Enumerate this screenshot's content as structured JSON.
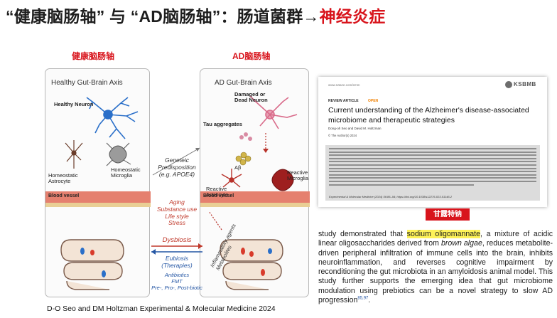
{
  "slide": {
    "title_main": "“健康脑肠轴” 与 “AD脑肠轴”：肠道菌群",
    "title_arrow": "→",
    "title_red": "神经炎症"
  },
  "figure": {
    "left_panel": {
      "title_zh": "健康脑肠轴",
      "title_en": "Healthy Gut-Brain Axis",
      "neuron": "Healthy Neuron",
      "astrocyte": "Homeostatic\nAstrocyte",
      "microglia": "Homeostatic\nMicroglia"
    },
    "right_panel": {
      "title_zh": "AD脑肠轴",
      "title_en": "AD Gut-Brain Axis",
      "neuron": "Damaged or\nDead Neuron",
      "tau": "Tau aggregates",
      "abeta": "Aβ",
      "astrocyte": "Reactive\nAstrocyte",
      "microglia": "Reactive\nMicroglia",
      "diagonal": "Inflammatory agents\nMetabolites"
    },
    "blood_vessel": "Blood vessel",
    "center": {
      "predisposition": "Geneteic\nPredisposition\n(e.g. APOE4)",
      "risk_factors": "Aging\nSubstance use\nLife style\nStress",
      "dysbiosis": "Dysbiosis",
      "eubiosis": "Eubiosis\n(Therapies)",
      "therapies": "Antibiotics\nFMT\nPre-, Pro-, Post-biotic"
    },
    "colors": {
      "accent_red": "#d8141c",
      "eubiosis_blue": "#2456a4",
      "dysbiosis_red": "#c0392b"
    }
  },
  "citation": "D-O Seo and DM Holtzman  Experimental & Molecular Medicine 2024",
  "article": {
    "url": "www.nature.com/emm",
    "logo": "KSBMB",
    "type": "REVIEW ARTICLE",
    "open": "OPEN",
    "title": "Current understanding of the Alzheimer's disease-associated microbiome and therapeutic strategies",
    "authors": "Dong-oh Seo and David M. Holtzman",
    "copyright": "© The Author(s) 2024",
    "journal_cite": "Experimental & Molecular Medicine (2024) 56:86–94; https://doi.org/10.1038/s12276-023-01146-2"
  },
  "tag": "甘露特钠",
  "excerpt": {
    "p1": "study demonstrated that ",
    "highlight": "sodium oligomannate",
    "p2": ", a mixture of acidic linear oligosaccharides derived from ",
    "italic": "brown algae",
    "p3": ", reduces metabolite-driven peripheral infiltration of immune cells into the brain, inhibits neuroinflammation, and reverses cognitive impairment by reconditioning the gut microbiota in an amyloidosis animal model. This study further supports the emerging idea that gut microbiome modulation using prebiotics can be a novel strategy to slow AD progression",
    "refs": "85,97",
    "end": "."
  }
}
